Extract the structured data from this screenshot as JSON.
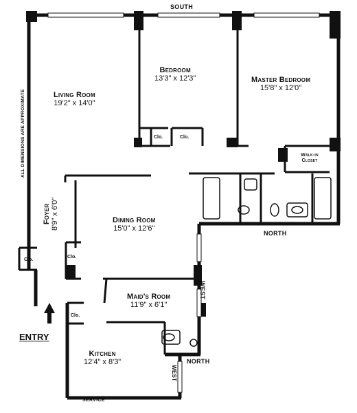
{
  "compass": {
    "south": "SOUTH",
    "north_main": "NORTH",
    "north_kitchen": "NORTH",
    "west_maid": "WEST",
    "west_kitchen": "WEST",
    "service": "SERVICE"
  },
  "note": "ALL DIMENSIONS ARE APPROXIMATE",
  "entry": "ENTRY",
  "rooms": {
    "living": {
      "name": "Living Room",
      "dim": "19'2\" x 14'0\""
    },
    "bedroom": {
      "name": "Bedroom",
      "dim": "13'3\" x 12'3\""
    },
    "master": {
      "name": "Master Bedroom",
      "dim": "15'8\" x 12'0\""
    },
    "walkin": {
      "name": "Walk-in Closet"
    },
    "dining": {
      "name": "Dining Room",
      "dim": "15'0\" x 12'6\""
    },
    "foyer": {
      "name": "Foyer",
      "dim": "8'9\" x 6'0\""
    },
    "maid": {
      "name": "Maid's Room",
      "dim": "11'9\" x 6'1\""
    },
    "kitchen": {
      "name": "Kitchen",
      "dim": "12'4\" x 8'3\""
    }
  },
  "closets": {
    "bedroom_left": "Clo.",
    "bedroom_right": "Clo.",
    "foyer_left": "Clo.",
    "foyer_right": "Clo.",
    "kitchen": "Clo."
  }
}
